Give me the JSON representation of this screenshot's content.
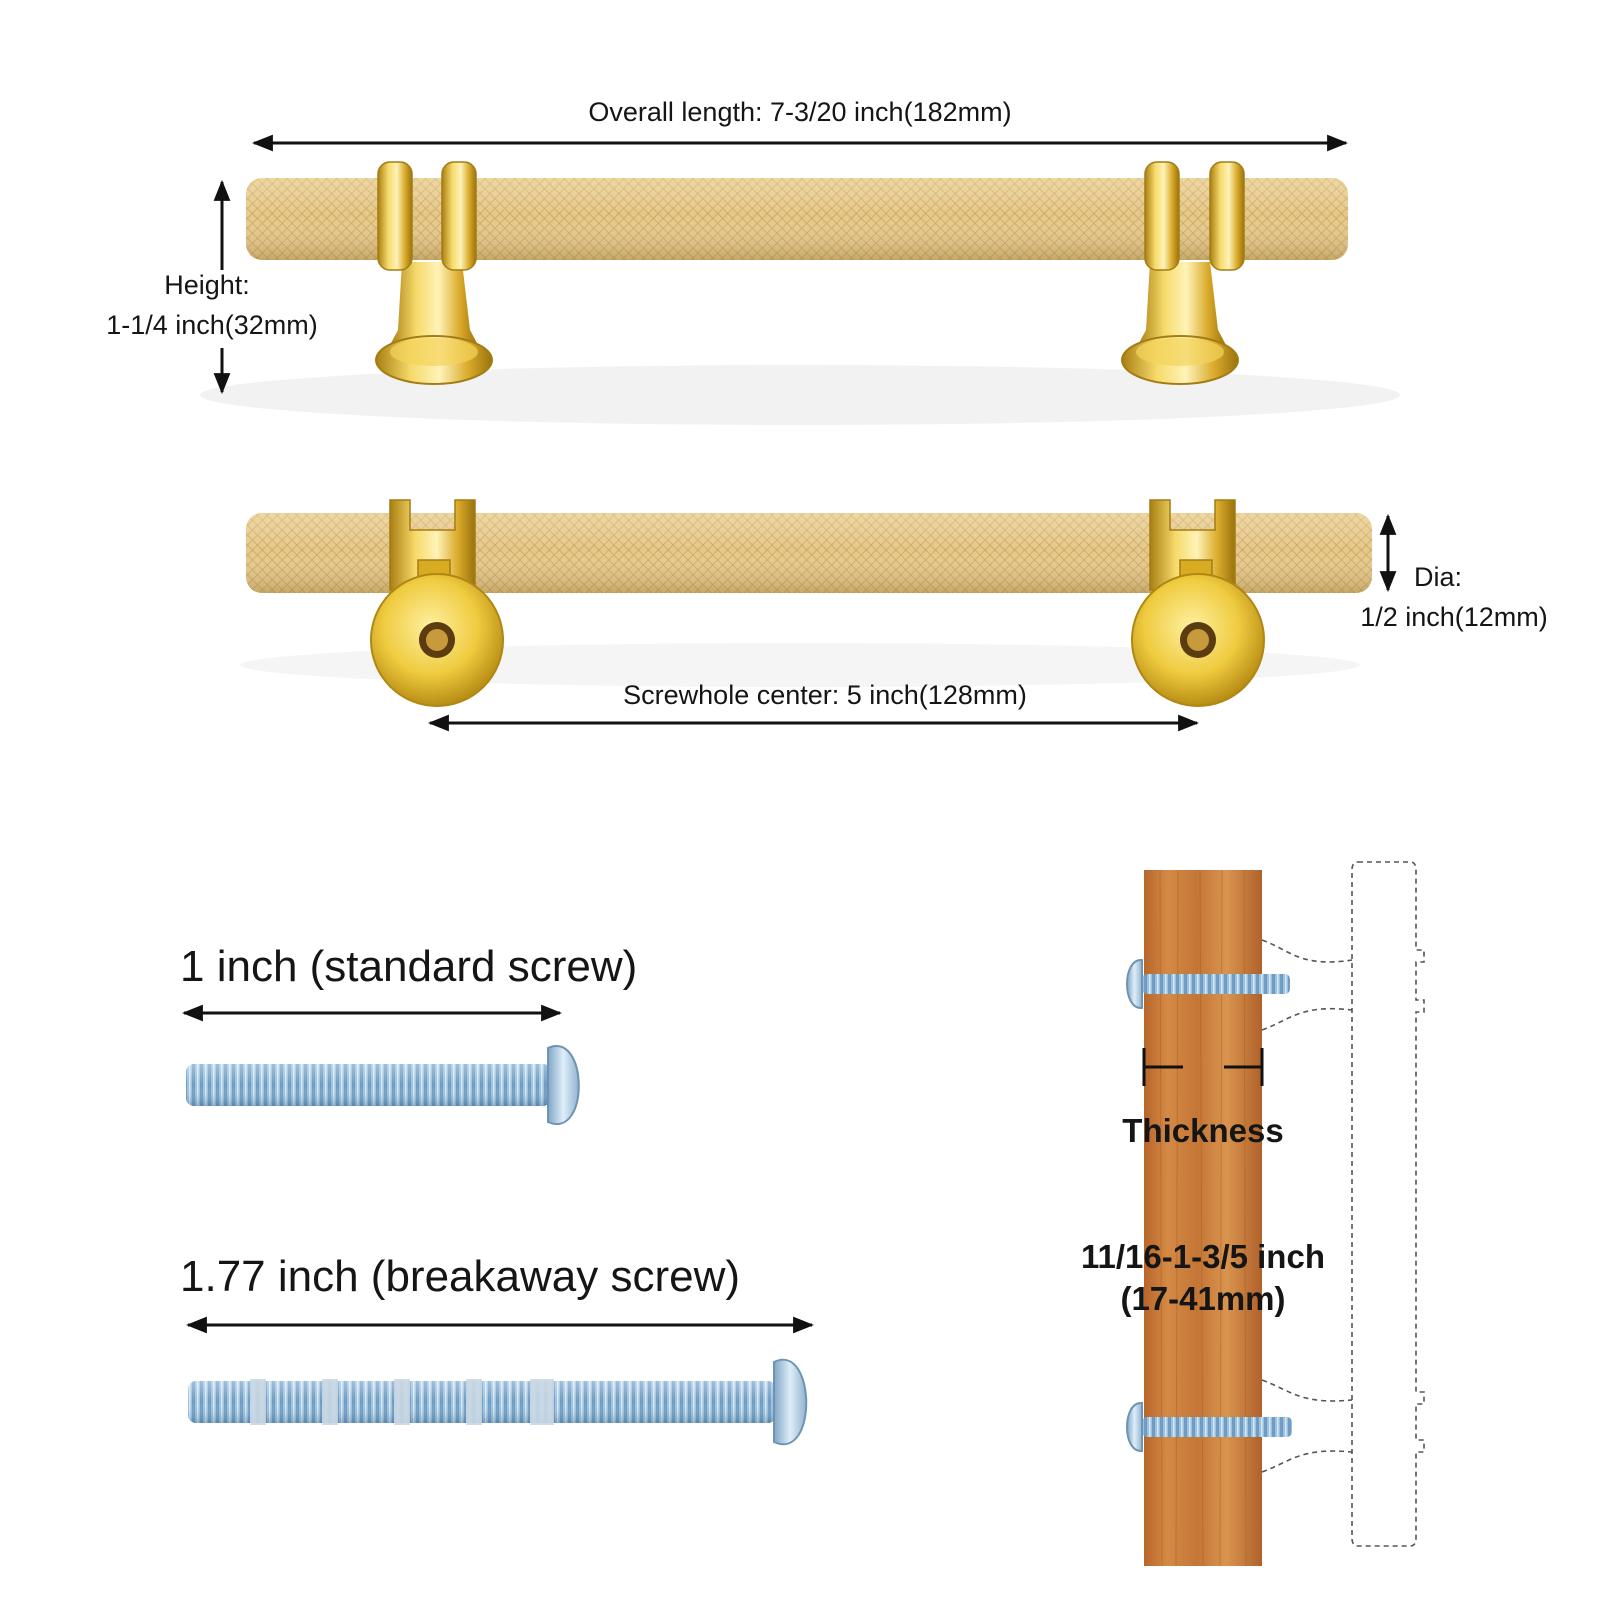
{
  "handle_dimensions": {
    "overall_length": "Overall length: 7-3/20 inch(182mm)",
    "height_title": "Height:",
    "height_value": "1-1/4 inch(32mm)",
    "dia_title": "Dia:",
    "dia_value": "1/2 inch(12mm)",
    "screwhole_center": "Screwhole center: 5 inch(128mm)"
  },
  "screws": {
    "standard": "1 inch (standard screw)",
    "breakaway": "1.77 inch (breakaway screw)"
  },
  "installation": {
    "thickness_title": "Thickness",
    "thickness_range_line1": "11/16-1-3/5 inch",
    "thickness_range_line2": "(17-41mm)"
  },
  "colors": {
    "gold": "#e2c27c",
    "gold_polished": "#e8c23a",
    "screw_blue": "#8fb6d6",
    "wood": "#c97a3a",
    "arrow": "#111111"
  }
}
